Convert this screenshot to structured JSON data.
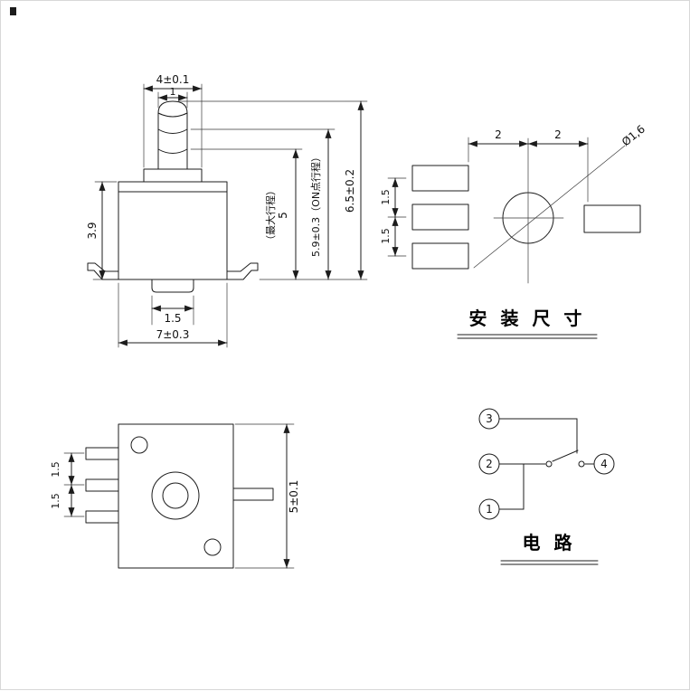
{
  "front_view": {
    "dims": {
      "top_width": "4±0.1",
      "tip_width": "1",
      "body_height": "3.9",
      "max_travel_note": "（最大行程）",
      "max_travel_value": "5",
      "on_point_travel": "5.9±0.3（ON点行程）",
      "total_height": "6.5±0.2",
      "boss_width": "1.5",
      "body_width": "7±0.3"
    }
  },
  "mounting_view": {
    "title": "安 装 尺 寸",
    "dims": {
      "pitch_left": "2",
      "pitch_right": "2",
      "hole_diameter": "Ø1,6",
      "pad_pitch_top": "1.5",
      "pad_pitch_bottom": "1.5"
    }
  },
  "top_view": {
    "dims": {
      "pin_pitch_top": "1.5",
      "pin_pitch_bottom": "1.5",
      "body_height": "5±0.1"
    }
  },
  "circuit_view": {
    "title": "电 路",
    "terminals": {
      "t3": "3",
      "t2": "2",
      "t1": "1",
      "t4": "4"
    }
  }
}
